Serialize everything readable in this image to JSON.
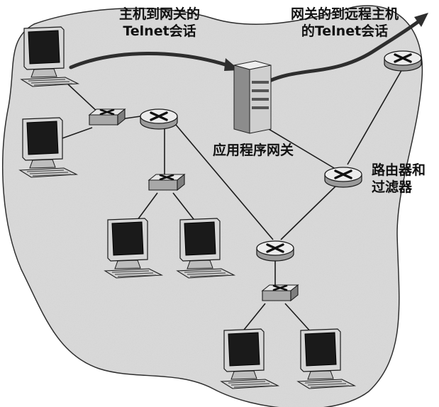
{
  "labels": {
    "session_host_gateway": [
      "主机到网关的",
      "Telnet会话"
    ],
    "session_gateway_remote": [
      "网关的到远程主机",
      "的Telnet会话"
    ],
    "application_gateway": "应用程序网关",
    "router_filter": [
      "路由器和",
      "过滤器"
    ]
  },
  "colors": {
    "cloud_fill": "#d9d9d9",
    "cloud_stroke": "#2a2a2a",
    "link": "#1c1c1c",
    "arrow": "#2e2e2e",
    "router_top": "#ececec",
    "router_side": "#9a9a9a",
    "switch_top": "#e6e6e6",
    "switch_front": "#a8a8a8",
    "screen": "#1a1a1a",
    "device_body": "#d6d6d6"
  },
  "icons": {
    "host": "desktop-computer-icon",
    "router": "router-icon",
    "switch": "ethernet-switch-icon",
    "server": "server-tower-icon"
  }
}
